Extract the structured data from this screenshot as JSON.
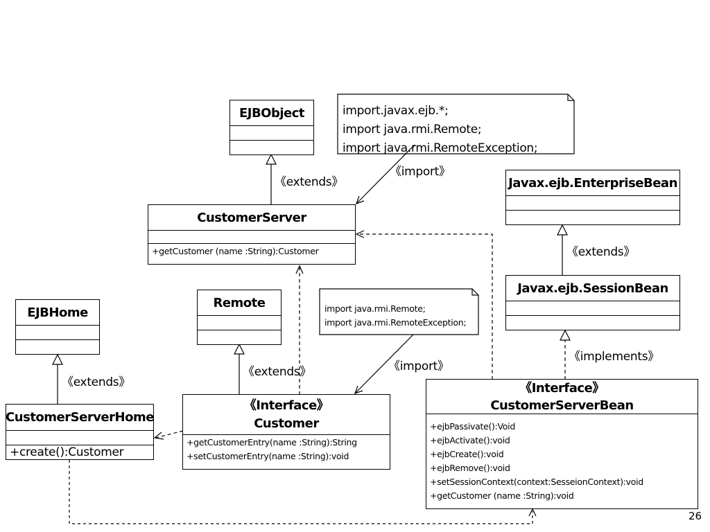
{
  "classes": {
    "ejb_object": {
      "name": "EJBObject"
    },
    "customer_server": {
      "name": "CustomerServer",
      "operations": [
        "+getCustomer (name :String):Customer"
      ]
    },
    "ejb_home": {
      "name": "EJBHome"
    },
    "remote": {
      "name": "Remote"
    },
    "customer_server_home": {
      "name": "CustomerServerHome",
      "operations": [
        "+create():Customer"
      ]
    },
    "customer_interface": {
      "stereotype": "《Interface》",
      "name": "Customer",
      "operations": [
        "+getCustomerEntry(name :String):String",
        "+setCustomerEntry(name :String):void"
      ]
    },
    "enterprise_bean": {
      "name": "Javax.ejb.EnterpriseBean"
    },
    "session_bean": {
      "name": "Javax.ejb.SessionBean"
    },
    "customer_server_bean": {
      "stereotype": "《Interface》",
      "name": "CustomerServerBean",
      "operations": [
        "+ejbPassivate():Void",
        "+ejbActivate():void",
        "+ejbCreate():void",
        "+ejbRemove():void",
        "+setSessionContext(context:SesseionContext):void",
        "+getCustomer (name :String):void"
      ]
    }
  },
  "notes": {
    "top": {
      "lines": [
        "import.javax.ejb.*;",
        "import java.rmi.Remote;",
        "import java.rmi.RemoteException;"
      ]
    },
    "middle": {
      "lines": [
        "import java.rmi.Remote;",
        "import java.rmi.RemoteException;"
      ]
    }
  },
  "labels": {
    "extends_ejbobject": "《extends》",
    "import_top": "《import》",
    "extends_enterprise": "《extends》",
    "extends_remote": "《extends》",
    "import_middle": "《import》",
    "implements_session": "《implements》",
    "extends_ejbhome": "《extends》"
  },
  "page_number": "26"
}
